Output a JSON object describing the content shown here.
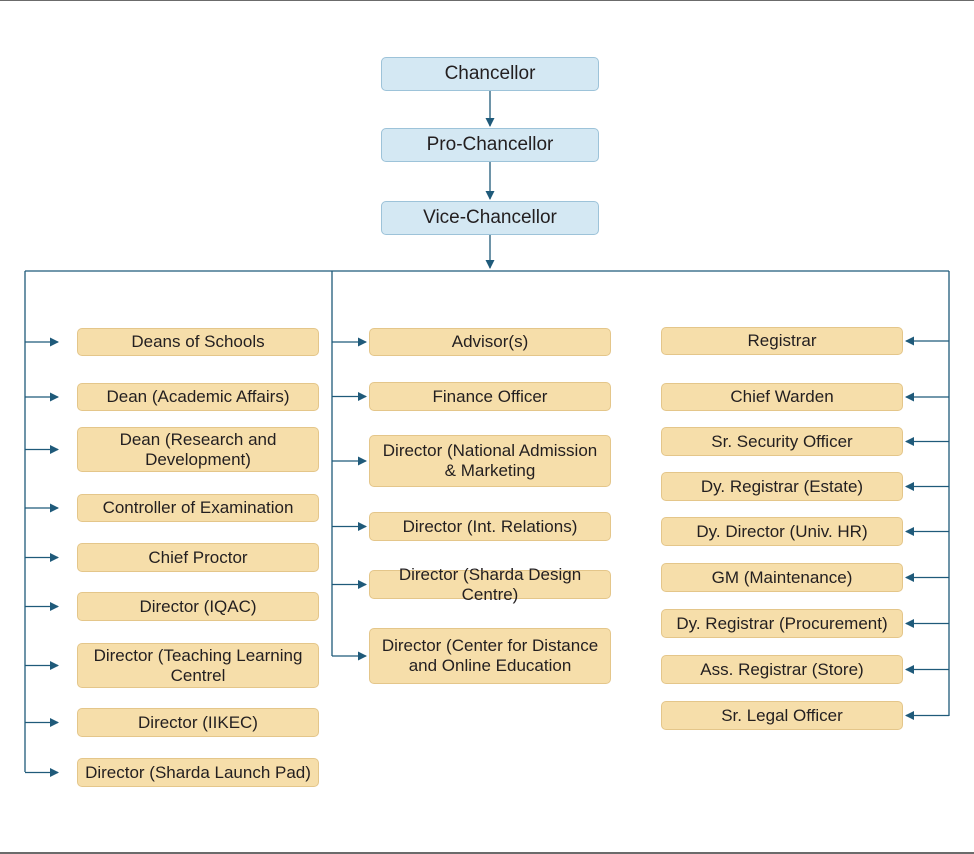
{
  "chart": {
    "top": [
      "Chancellor",
      "Pro-Chancellor",
      "Vice-Chancellor"
    ],
    "left": [
      "Deans of Schools",
      "Dean (Academic Affairs)",
      "Dean (Research and\nDevelopment)",
      "Controller of Examination",
      "Chief Proctor",
      "Director (IQAC)",
      "Director (Teaching Learning\nCentrel",
      "Director (IIKEC)",
      "Director (Sharda Launch Pad)"
    ],
    "middle": [
      "Advisor(s)",
      "Finance Officer",
      "Director (National Admission\n& Marketing",
      "Director (Int. Relations)",
      "Director (Sharda Design Centre)",
      "Director (Center for Distance\nand Online Education"
    ],
    "right": [
      "Registrar",
      "Chief Warden",
      "Sr. Security Officer",
      "Dy. Registrar (Estate)",
      "Dy. Director (Univ. HR)",
      "GM (Maintenance)",
      "Dy. Registrar (Procurement)",
      "Ass. Registrar (Store)",
      "Sr. Legal Officer"
    ]
  },
  "colors": {
    "top_fill": "#d4e8f3",
    "role_fill": "#f6deaa",
    "line": "#1f5a7a"
  }
}
